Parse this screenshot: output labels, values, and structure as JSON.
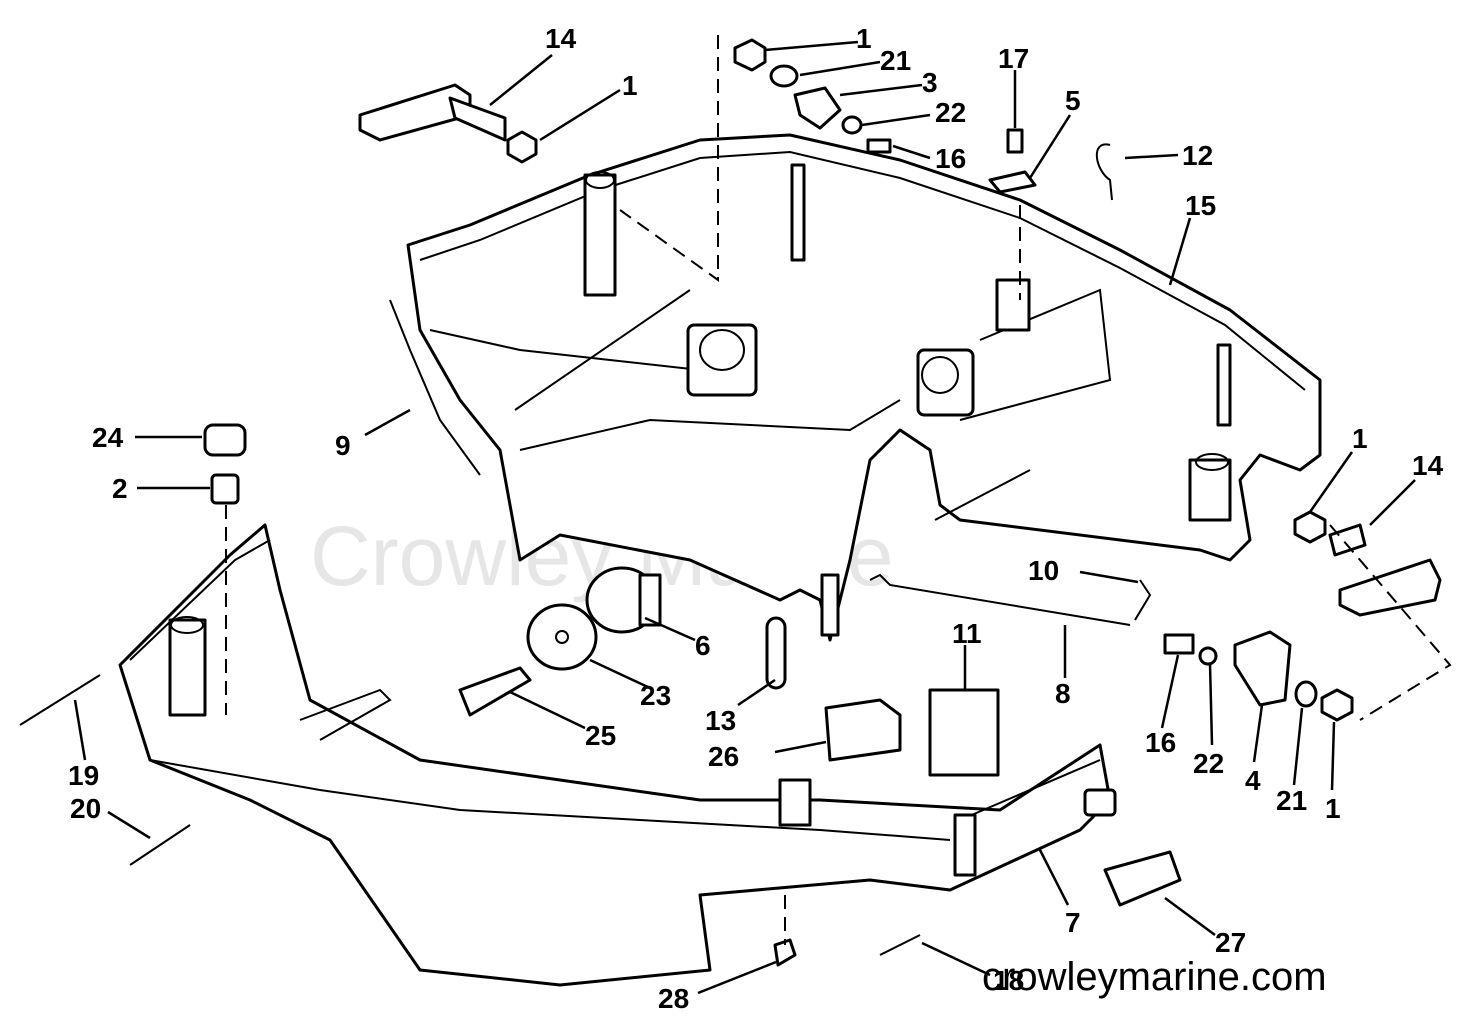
{
  "watermark": "Crowley Marine",
  "site_label": "crowleymarine.com",
  "colors": {
    "ink": "#000000",
    "paper": "#ffffff",
    "watermark": "#e6e6e6"
  },
  "callouts": [
    "14",
    "1",
    "1",
    "21",
    "3",
    "22",
    "16",
    "17",
    "5",
    "12",
    "15",
    "9",
    "24",
    "2",
    "1",
    "14",
    "10",
    "11",
    "6",
    "23",
    "25",
    "13",
    "26",
    "8",
    "16",
    "22",
    "4",
    "21",
    "1",
    "19",
    "20",
    "7",
    "27",
    "28",
    "18"
  ]
}
